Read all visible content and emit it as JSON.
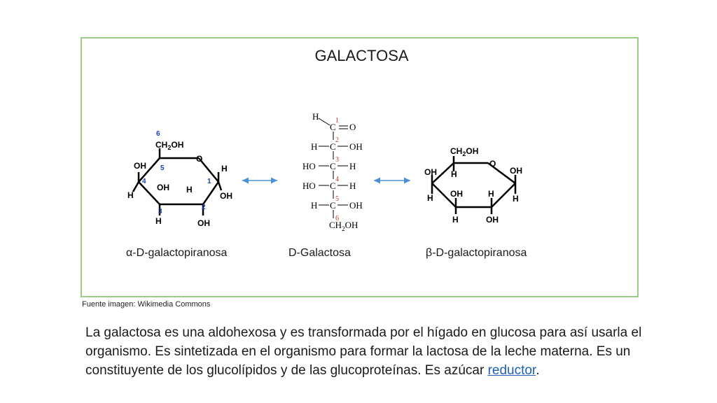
{
  "title": "GALACTOSA",
  "captions": {
    "alpha": "α-D-galactopiranosa",
    "d": "D-Galactosa",
    "beta": "β-D-galactopiranosa"
  },
  "source": "Fuente imagen: Wikimedia Commons",
  "body": {
    "text": "La galactosa es una aldohexosa y es transformada por el hígado en glucosa para así usarla el organismo. Es sintetizada en el organismo para formar la lactosa de la leche materna. Es un constituyente de los glucolípidos y de las glucoproteínas. Es azúcar ",
    "link_text": "reductor",
    "end": "."
  },
  "alpha": {
    "ch2oh": "CH",
    "sub2": "2",
    "oh": "OH",
    "o": "O",
    "h": "H",
    "n1": "1",
    "n2": "2",
    "n3": "3",
    "n4": "4",
    "n5": "5",
    "n6": "6"
  },
  "fischer": {
    "h": "H",
    "c": "C",
    "o": "O",
    "oh": "OH",
    "ho": "HO",
    "ch2oh": "CH",
    "sub2": "2",
    "n1": "1",
    "n2": "2",
    "n3": "3",
    "n4": "4",
    "n5": "5",
    "n6": "6"
  },
  "colors": {
    "frame": "#9ccc8a",
    "arrow": "#4a90d9",
    "locant_ring": "#1d3fb0",
    "locant_fischer": "#c0392b",
    "link": "#1f5fb8"
  }
}
